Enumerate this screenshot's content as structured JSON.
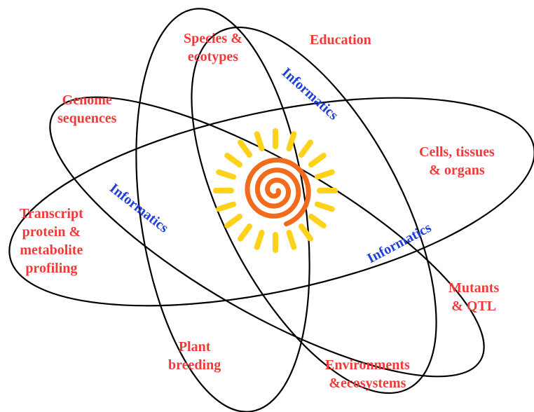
{
  "diagram": {
    "labels": {
      "species": "Species &\necotypes",
      "education": "Education",
      "genome": "Genome\nsequences",
      "cells": "Cells, tissues\n& organs",
      "transcript": "Transcript\nprotein &\nmetabolite\nprofiling",
      "mutants": "Mutants\n& QTL",
      "plant": "Plant\nbreeding",
      "environments": "Environments\n&ecosystems"
    },
    "informatics": [
      "Informatics",
      "Informatics",
      "Informatics"
    ],
    "colors": {
      "topic": "#f03a3a",
      "informatics": "#1f3fd6",
      "rays": "#ffd21a",
      "spiral": "#f26a1b",
      "outline": "#000000"
    },
    "center_icon": "sun-spiral-icon"
  }
}
